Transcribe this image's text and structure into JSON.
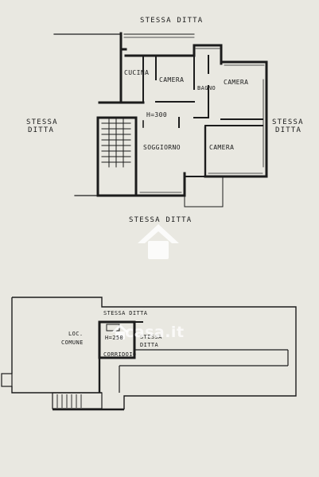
{
  "upper_plan": {
    "labels": {
      "stessa_ditta_top": "STESSA DITTA",
      "stessa_ditta_left_1": "STESSA",
      "stessa_ditta_left_2": "DITTA",
      "stessa_ditta_right_1": "STESSA",
      "stessa_ditta_right_2": "DITTA",
      "stessa_ditta_bottom": "STESSA DITTA",
      "cucina": "CUCINA",
      "camera_1": "CAMERA",
      "bagno": "BAGNO",
      "camera_2": "CAMERA",
      "height": "H=300",
      "soggiorno": "SOGGIORNO",
      "camera_3": "CAMERA"
    }
  },
  "lower_plan": {
    "labels": {
      "stessa_ditta_top": "STESSA DITTA",
      "loc_comune_1": "LOC.",
      "loc_comune_2": "COMUNE",
      "height": "H=250",
      "stessa_ditta_inner_1": "STESSA",
      "stessa_ditta_inner_2": "DITTA",
      "corridoio": "CORRIDOIO"
    }
  },
  "watermark": {
    "text": "casa.it"
  }
}
